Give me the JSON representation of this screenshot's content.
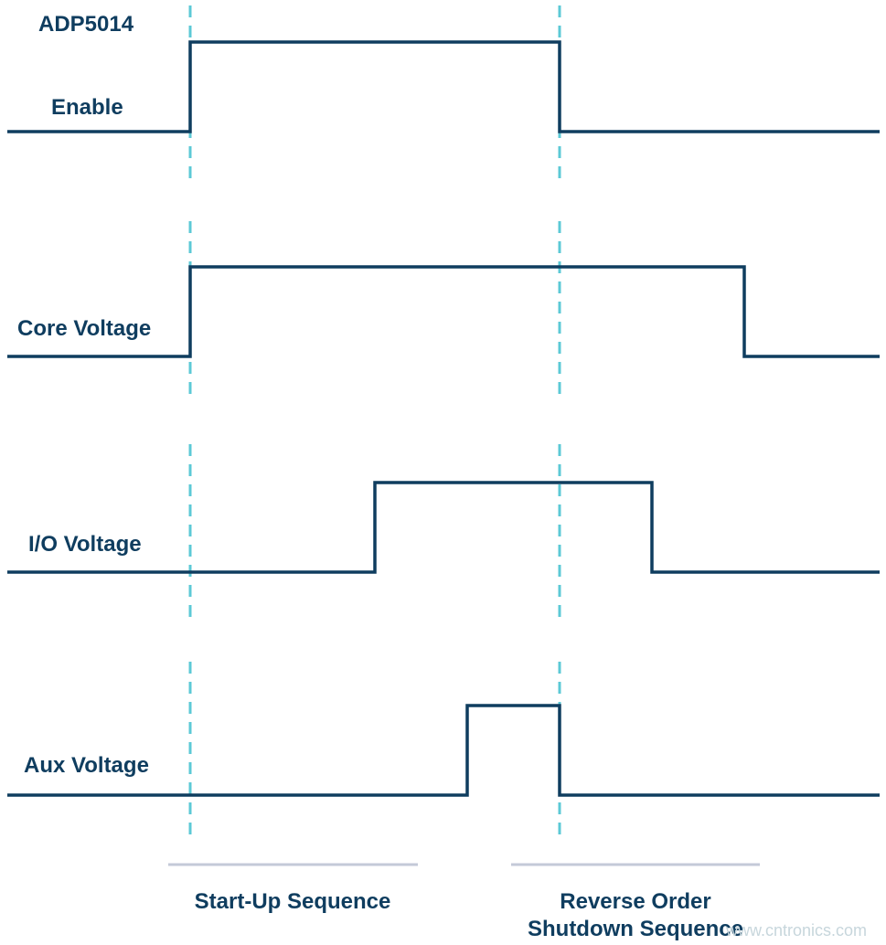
{
  "device_label": "ADP5014",
  "signals": [
    {
      "name": "Enable",
      "rise_step": 0,
      "fall_step": 2
    },
    {
      "name": "Core Voltage",
      "rise_step": 0,
      "fall_step": 3
    },
    {
      "name": "I/O Voltage",
      "rise_step": 1,
      "fall_step": 2.5
    },
    {
      "name": "Aux Voltage",
      "rise_step": 1.5,
      "fall_step": 2
    }
  ],
  "sequences": {
    "startup": "Start-Up Sequence",
    "shutdown_line1": "Reverse Order",
    "shutdown_line2": "Shutdown Sequence"
  },
  "watermark": "www.cntronics.com",
  "colors": {
    "waveform": "#0f3d5f",
    "marker": "#5cc9d6",
    "bracket": "#c4c9d8"
  }
}
